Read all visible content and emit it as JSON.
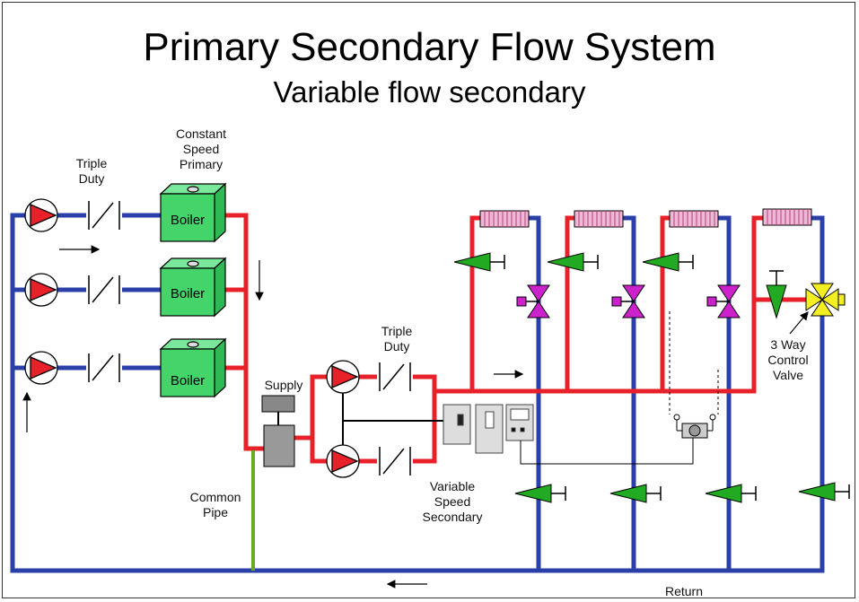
{
  "title": "Primary Secondary Flow System",
  "subtitle": "Variable flow secondary",
  "labels": {
    "triple_duty_primary": [
      "Triple",
      "Duty"
    ],
    "constant_speed_primary": [
      "Constant",
      "Speed",
      "Primary"
    ],
    "boiler": "Boiler",
    "supply": "Supply",
    "common_pipe": [
      "Common",
      "Pipe"
    ],
    "triple_duty_secondary": [
      "Triple",
      "Duty"
    ],
    "variable_speed_secondary": [
      "Variable",
      "Speed",
      "Secondary"
    ],
    "three_way_valve": [
      "3 Way",
      "Control",
      "Valve"
    ],
    "return": "Return"
  },
  "colors": {
    "supply_pipe": "#e8202a",
    "return_pipe": "#2a3fa8",
    "common_pipe": "#6aaa1e",
    "boiler": "#44d46a",
    "pump": "#e8202a",
    "balancing_valve": "#22aa22",
    "control_valve": "#cc22cc",
    "three_way_valve": "#f2ee22",
    "radiator": "#f0b8d8"
  }
}
